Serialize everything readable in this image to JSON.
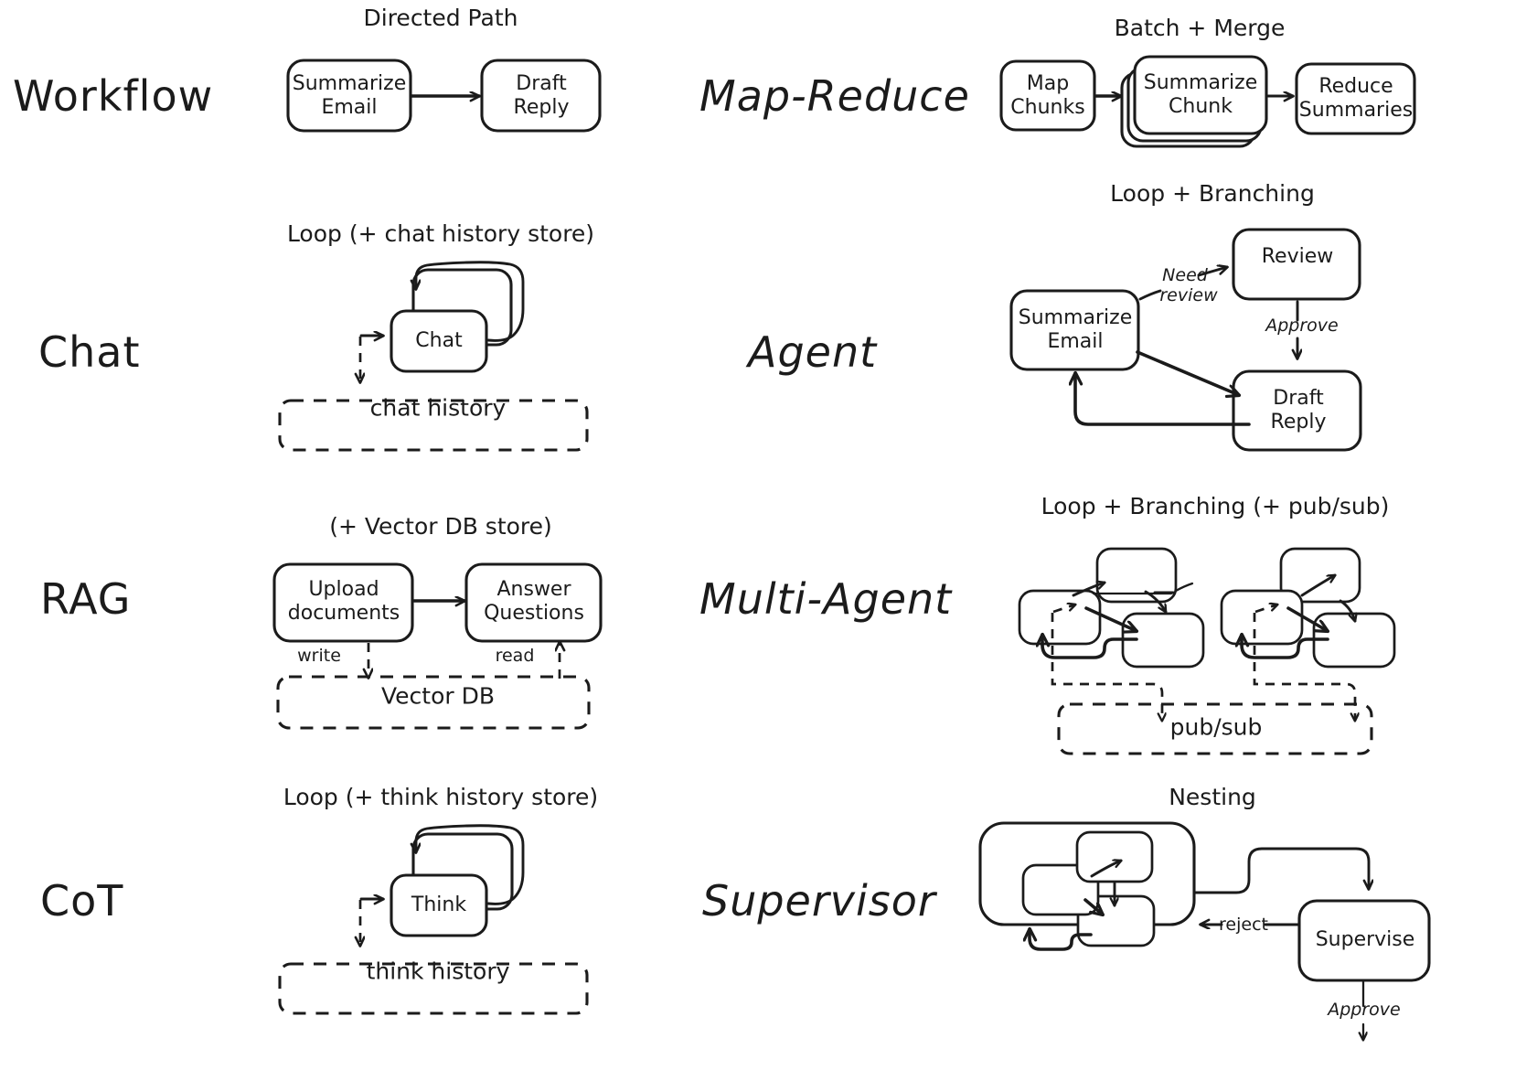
{
  "diagram": {
    "title": "Agentic pattern comparison chart",
    "stroke_color": "#1b1b1b",
    "background_color": "#ffffff"
  },
  "rows": [
    {
      "left": {
        "label": "Workflow",
        "caption": "Directed Path",
        "nodes": [
          "Summarize\nEmail",
          "Draft\nReply"
        ],
        "edge_labels": [],
        "stores": []
      },
      "right": {
        "label": "Map-Reduce",
        "caption": "Batch + Merge",
        "nodes": [
          "Map\nChunks",
          "Summarize\nChunk",
          "Reduce\nSummaries"
        ],
        "edge_labels": [],
        "stores": []
      }
    },
    {
      "left": {
        "label": "Chat",
        "caption": "Loop (+ chat history store)",
        "nodes": [
          "Chat"
        ],
        "edge_labels": [],
        "stores": [
          "chat history"
        ]
      },
      "right": {
        "label": "Agent",
        "caption": "Loop + Branching",
        "nodes": [
          "Summarize\nEmail",
          "Review",
          "Draft\nReply"
        ],
        "edge_labels": [
          "Need",
          "review",
          "Approve"
        ],
        "stores": []
      }
    },
    {
      "left": {
        "label": "RAG",
        "caption": "(+ Vector DB store)",
        "nodes": [
          "Upload\ndocuments",
          "Answer\nQuestions"
        ],
        "edge_labels": [
          "write",
          "read"
        ],
        "stores": [
          "Vector DB"
        ]
      },
      "right": {
        "label": "Multi-Agent",
        "caption": "Loop + Branching (+ pub/sub)",
        "nodes": [],
        "edge_labels": [],
        "stores": [
          "pub/sub"
        ]
      }
    },
    {
      "left": {
        "label": "CoT",
        "caption": "Loop (+ think history store)",
        "nodes": [
          "Think"
        ],
        "edge_labels": [],
        "stores": [
          "think history"
        ]
      },
      "right": {
        "label": "Supervisor",
        "caption": "Nesting",
        "nodes": [
          "Supervise"
        ],
        "edge_labels": [
          "reject",
          "Approve"
        ],
        "stores": []
      }
    }
  ],
  "labels": {
    "workflow": "Workflow",
    "chat": "Chat",
    "rag": "RAG",
    "cot": "CoT",
    "map_reduce": "Map-Reduce",
    "agent": "Agent",
    "multi_agent": "Multi-Agent",
    "supervisor": "Supervisor"
  },
  "captions": {
    "directed_path": "Directed Path",
    "batch_merge": "Batch + Merge",
    "loop_chat": "Loop (+ chat history store)",
    "loop_branching": "Loop + Branching",
    "vector_db_store": "(+ Vector DB store)",
    "loop_branching_pubsub": "Loop + Branching (+ pub/sub)",
    "loop_think": "Loop (+ think history store)",
    "nesting": "Nesting"
  },
  "nodes": {
    "summarize_email": "Summarize\nEmail",
    "draft_reply": "Draft\nReply",
    "map_chunks": "Map\nChunks",
    "summarize_chunk": "Summarize\nChunk",
    "reduce_summaries": "Reduce\nSummaries",
    "chat": "Chat",
    "review": "Review",
    "agent_summarize_email": "Summarize\nEmail",
    "agent_draft_reply": "Draft\nReply",
    "upload_documents": "Upload\ndocuments",
    "answer_questions": "Answer\nQuestions",
    "think": "Think",
    "supervise": "Supervise"
  },
  "stores": {
    "chat_history": "chat history",
    "vector_db": "Vector DB",
    "pub_sub": "pub/sub",
    "think_history": "think history"
  },
  "edges": {
    "need": "Need",
    "review_word": "review",
    "approve": "Approve",
    "write": "write",
    "read": "read",
    "reject": "reject",
    "supervisor_approve": "Approve"
  }
}
